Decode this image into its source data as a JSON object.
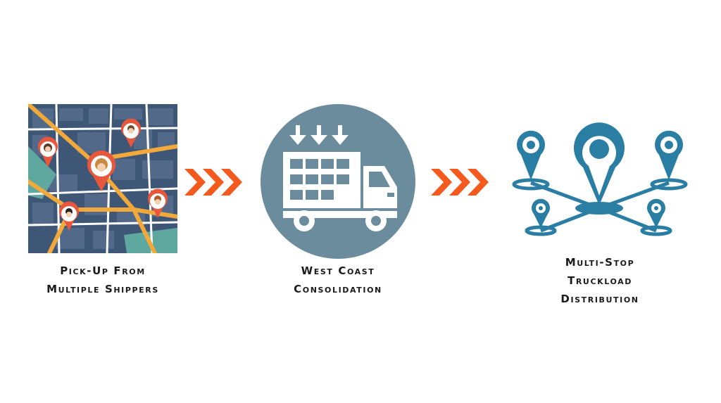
{
  "steps": [
    {
      "id": "pickup",
      "icon": "city-map-with-shipper-pins-icon",
      "caption_lines": [
        "Pick-Up From",
        "Multiple Shippers"
      ]
    },
    {
      "id": "consolidation",
      "icon": "truck-loading-boxes-icon",
      "caption_lines": [
        "West Coast",
        "Consolidation"
      ]
    },
    {
      "id": "distribution",
      "icon": "multi-stop-location-pins-icon",
      "caption_lines": [
        "Multi-Stop",
        "Truckload",
        "Distribution"
      ]
    }
  ],
  "connectors": [
    {
      "icon": "triple-chevron-arrow-icon"
    },
    {
      "icon": "triple-chevron-arrow-icon"
    }
  ],
  "colors": {
    "map_block": "#4a6280",
    "map_road": "#f2a93b",
    "map_road_light": "#ffffff",
    "map_park": "#5fa8a0",
    "pin_red": "#e8573c",
    "circle_gray": "#6b8c9c",
    "network_teal": "#2b7ea3",
    "arrow_orange": "#f45a1e",
    "caption_text": "#1a1a1a"
  }
}
